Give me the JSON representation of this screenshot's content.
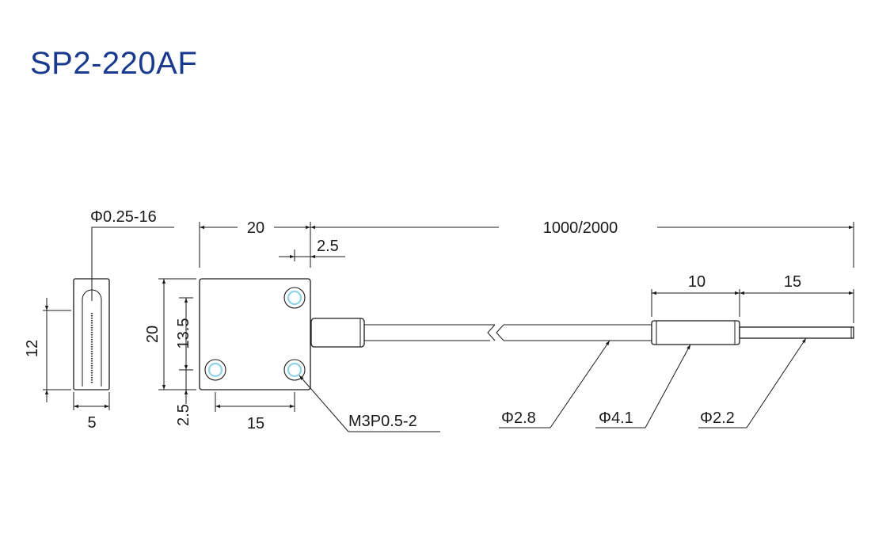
{
  "title": "SP2-220AF",
  "colors": {
    "title": "#1a3a8e",
    "line": "#1a1a1a",
    "hole_highlight": "#8fd3e8"
  },
  "dimensions": {
    "fiber_core": "Φ0.25-16",
    "end_height": "12",
    "end_width": "5",
    "body_length": "20",
    "sleeve_offset": "2.5",
    "cable_length": "1000/2000",
    "body_height": "20",
    "hole_spacing_v": "13.5",
    "hole_margin": "2.5",
    "hole_spacing_h": "15",
    "screw": "M3P0.5-2",
    "cable_dia": "Φ2.8",
    "ferrule_length": "10",
    "tip_length": "15",
    "ferrule_dia": "Φ4.1",
    "tip_dia": "Φ2.2"
  }
}
